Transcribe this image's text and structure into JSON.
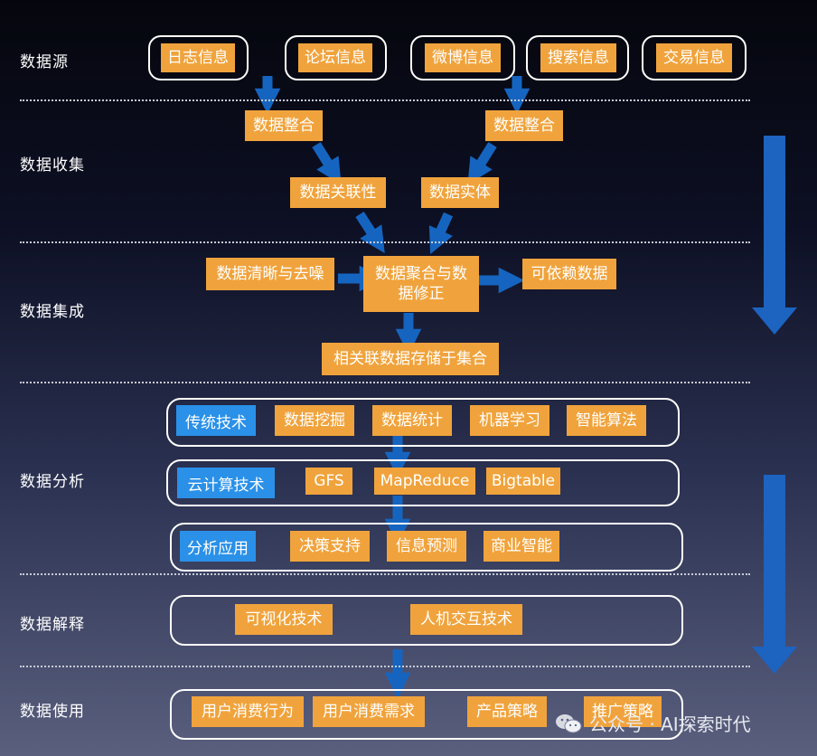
{
  "stages": {
    "source": "数据源",
    "collect": "数据收集",
    "integrate": "数据集成",
    "analyze": "数据分析",
    "interpret": "数据解释",
    "use": "数据使用"
  },
  "sources": [
    "日志信息",
    "论坛信息",
    "微博信息",
    "搜索信息",
    "交易信息"
  ],
  "collection": {
    "integrate_left": "数据整合",
    "integrate_right": "数据整合",
    "association": "数据关联性",
    "entity": "数据实体"
  },
  "integration": {
    "cleaning": "数据清晰与去噪",
    "aggregation": "数据聚合与数据修正",
    "reliable": "可依赖数据",
    "storage": "相关联数据存储于集合"
  },
  "analysis": {
    "traditional": {
      "title": "传统技术",
      "items": [
        "数据挖掘",
        "数据统计",
        "机器学习",
        "智能算法"
      ]
    },
    "cloud": {
      "title": "云计算技术",
      "items": [
        "GFS",
        "MapReduce",
        "Bigtable"
      ]
    },
    "application": {
      "title": "分析应用",
      "items": [
        "决策支持",
        "信息预测",
        "商业智能"
      ]
    }
  },
  "interpretation": [
    "可视化技术",
    "人机交互技术"
  ],
  "usage": [
    "用户消费行为",
    "用户消费需求",
    "产品策略",
    "推广策略"
  ],
  "watermark": "公众号 · AI探索时代",
  "colors": {
    "orange": "#f0a33c",
    "blue_box": "#2a90e8",
    "arrow": "#1565c0"
  }
}
